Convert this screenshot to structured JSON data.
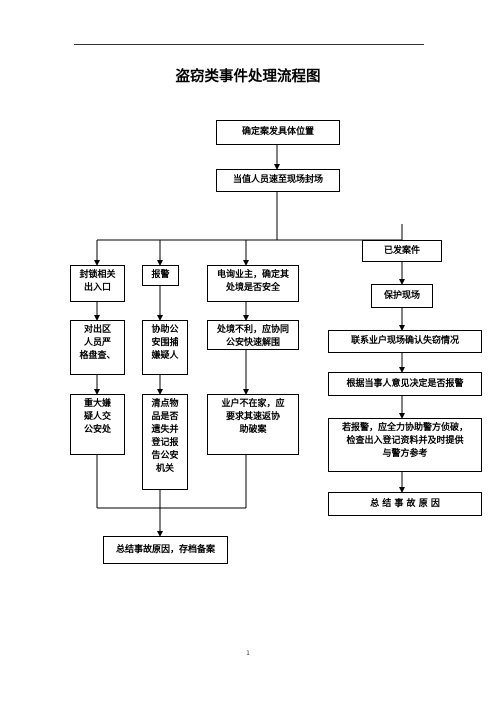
{
  "title": "盗窃类事件处理流程图",
  "page_number": "1",
  "nodes": {
    "confirm_location": "确定案发具体位置",
    "seal_scene": "当值人员速至现场封场",
    "close_entrances": "封锁相关\n出入口",
    "report_police": "报警",
    "call_owner": "电询业主，确定其\n处境是否安全",
    "check_people": "对出区\n人员严\n格盘查、",
    "assist_police": "协助公\n安围捕\n嫌疑人",
    "danger_cooperate": "处境不利，应协同\n公安快速解围",
    "handover_suspect": "重大嫌\n疑人交\n公安处",
    "list_items": "清点物\n品是否\n遗失并\n登记报\n告公安\n机关",
    "owner_return": "业户不在家，应\n要求其速返协\n助破案",
    "summarize_archive": "总结事故原因，存档备案",
    "occurred_case": "已发案件",
    "protect_scene": "保护现场",
    "contact_owner": "联系业户现场确认失窃情况",
    "decide_report": "根据当事人意见决定是否报警",
    "assist_investigation": "若报警，应全力协助警方侦破，\n检查出入登记资料并及时提供\n与警方参考",
    "summarize_causes": "总 结 事 故 原 因"
  }
}
